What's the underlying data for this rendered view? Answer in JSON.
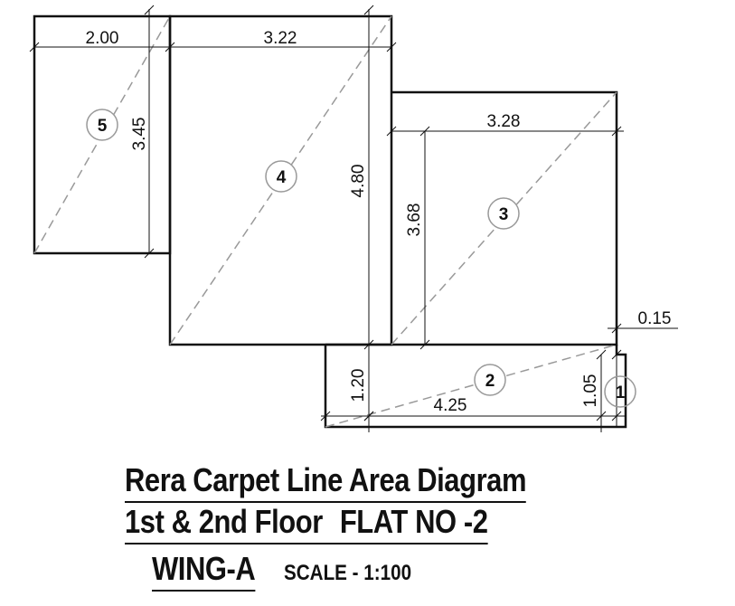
{
  "rooms": [
    {
      "id": "room-1",
      "label": "1"
    },
    {
      "id": "room-2",
      "label": "2"
    },
    {
      "id": "room-3",
      "label": "3"
    },
    {
      "id": "room-4",
      "label": "4"
    },
    {
      "id": "room-5",
      "label": "5"
    }
  ],
  "dimensions": {
    "d_200": "2.00",
    "d_322": "3.22",
    "d_345": "3.45",
    "d_480": "4.80",
    "d_328": "3.28",
    "d_368": "3.68",
    "d_015": "0.15",
    "d_120": "1.20",
    "d_425": "4.25",
    "d_105": "1.05"
  },
  "title": {
    "line1": "Rera Carpet Line Area Diagram",
    "line2_a": "1st & 2nd Floor",
    "line2_b": "FLAT NO -2",
    "line3": "WING-A",
    "scale": "SCALE - 1:100"
  }
}
